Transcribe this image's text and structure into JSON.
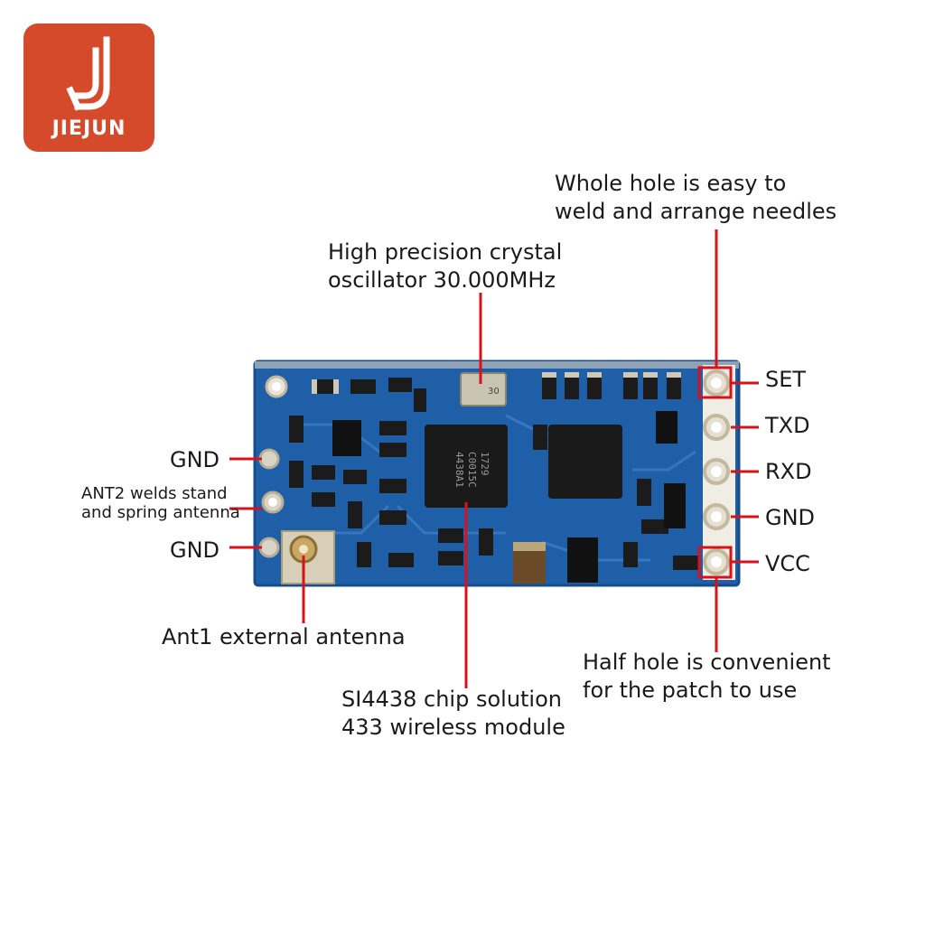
{
  "brand": {
    "name": "JIEJUN",
    "accent": "#d64a2c"
  },
  "callouts": {
    "whole_hole_1": "Whole hole is easy to",
    "whole_hole_2": "weld and arrange needles",
    "crystal_1": "High precision crystal",
    "crystal_2": "oscillator 30.000MHz",
    "gnd_top": "GND",
    "ant2_1": "ANT2 welds stand",
    "ant2_2": "and spring antenna",
    "gnd_bottom": "GND",
    "ant1": "Ant1 external antenna",
    "chip_1": "SI4438 chip solution",
    "chip_2": "433 wireless module",
    "half_hole_1": "Half hole is convenient",
    "half_hole_2": "for the patch to use"
  },
  "pins": [
    "SET",
    "TXD",
    "RXD",
    "GND",
    "VCC"
  ],
  "chip_marking": [
    "4438A1",
    "C0015C",
    "1729"
  ],
  "crystal_marking": "30",
  "colors": {
    "pcb": "#1e5fa8",
    "pcb_dark": "#174c8a",
    "callout_line": "#d8121a",
    "pad": "#d9d4c8"
  }
}
